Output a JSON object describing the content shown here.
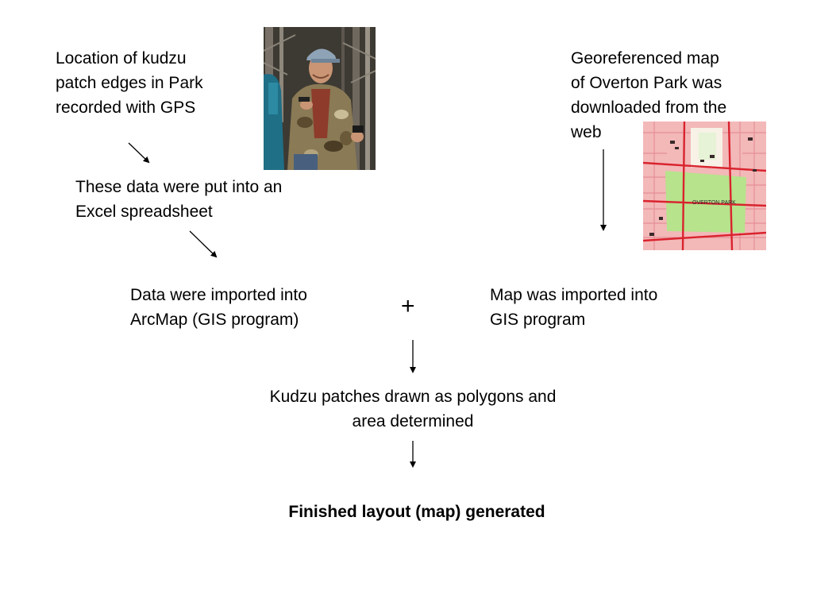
{
  "nodes": {
    "gps_step": "Location of kudzu\npatch edges in Park\nrecorded with GPS",
    "excel_step": "These data were put into an\nExcel spreadsheet",
    "arcmap_step": "Data were imported into\nArcMap (GIS program)",
    "plus_symbol": "+",
    "web_map_step": "Georeferenced map\nof Overton Park was\ndownloaded from the\nweb",
    "map_import_step": "Map was imported into\nGIS program",
    "polygon_step": "Kudzu patches drawn as polygons and\narea determined",
    "final_step": "Finished layout (map) generated"
  },
  "images": {
    "gps_photo": "photo of man holding GPS unit in woods",
    "topo_map": "topographic map of Overton Park"
  },
  "map_labels": {
    "park_name": "OVERTON PARK"
  },
  "colors": {
    "text": "#000000",
    "arrow": "#000000",
    "background": "#ffffff",
    "map_paper": "#f3b8b8",
    "map_road": "#d9232e",
    "map_park": "#b6e38c"
  }
}
